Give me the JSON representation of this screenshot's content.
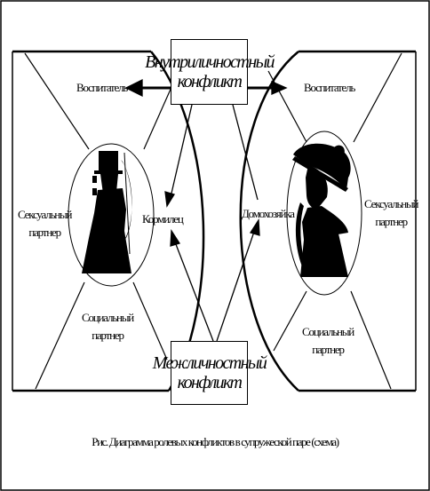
{
  "boxes": {
    "top": "Внутриличностный\nконфликт",
    "bottom": "Межличностный\nконфликт"
  },
  "left": {
    "parent": "Воспитатель",
    "sexual": "Сексуальный\nпартнер",
    "social": "Социальный\nпартнер",
    "role": "Кормилец"
  },
  "right": {
    "parent": "Воспитатель",
    "sexual": "Сексуальный\nпартнер",
    "social": "Социальный\nпартнер",
    "role": "Домохозяйка"
  },
  "caption": "Рис. Диаграмма ролевых конфликтов в супружеской паре (схема)"
}
